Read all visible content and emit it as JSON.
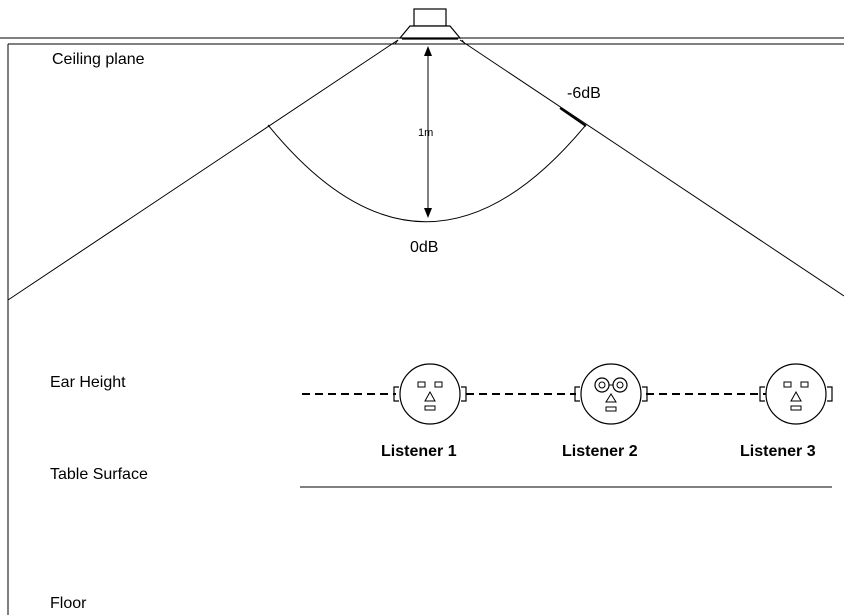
{
  "labels": {
    "ceiling_plane": "Ceiling plane",
    "minus_6db": "-6dB",
    "distance": "1m",
    "zero_db": "0dB",
    "ear_height": "Ear Height",
    "table_surface": "Table Surface",
    "floor": "Floor"
  },
  "listeners": [
    {
      "name": "Listener 1",
      "glasses": false
    },
    {
      "name": "Listener 2",
      "glasses": true
    },
    {
      "name": "Listener 3",
      "glasses": false
    }
  ]
}
